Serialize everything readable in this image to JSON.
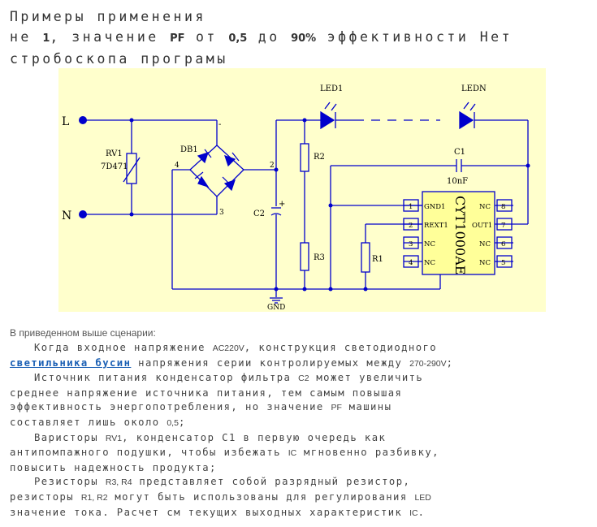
{
  "title": {
    "line1": "Примеры применения",
    "line2_a": "не ",
    "line2_b": "1",
    "line2_c": ", значение ",
    "line2_d": "PF",
    "line2_e": " от ",
    "line2_f": "0,5",
    "line2_g": " до ",
    "line2_h": "90%",
    "line2_i": " эффективности Нет",
    "line3": "стробоскопа програмы"
  },
  "schematic": {
    "L": "L",
    "N": "N",
    "RV1": "RV1",
    "RV1_part": "7D471",
    "DB1": "DB1",
    "pin4": "4",
    "pin2": "2",
    "pin3": "3",
    "pin_minus": "-",
    "plus": "+",
    "C2": "C2",
    "R2": "R2",
    "R3": "R3",
    "R1": "R1",
    "GND": "GND",
    "LED1": "LED1",
    "LEDN": "LEDN",
    "C1": "C1",
    "C1_val": "10nF",
    "ic_name": "CYT1000AE",
    "pins_left": [
      "GND1",
      "REXT1",
      "NC",
      "NC"
    ],
    "pins_left_num": [
      "1",
      "2",
      "3",
      "4"
    ],
    "pins_right": [
      "NC",
      "OUT1",
      "NC",
      "NC"
    ],
    "pins_right_num": [
      "8",
      "7",
      "6",
      "5"
    ],
    "colors": {
      "bg": "#FFFFCC",
      "line": "#0000CC",
      "ic_fill": "#FFFF99"
    }
  },
  "intro": "В приведенном выше сценарии:",
  "p1": {
    "a": "Когда входное напряжение ",
    "b": "AC220V",
    "c": ", конструкция светодиодного",
    "link": "светильника бусин",
    "d": " напряжения серии контролируемых между ",
    "e": "270-290V",
    "f": ";"
  },
  "p2": {
    "a": "Источник питания конденсатор фильтра ",
    "b": "C2",
    "c": " может увеличить",
    "l2": "среднее напряжение источника питания, тем самым повышая",
    "l3a": "эффективность энергопотребления, но значение ",
    "l3b": "PF",
    "l3c": " машины",
    "l4a": "составляет лишь около ",
    "l4b": "0,5",
    "l4c": ";"
  },
  "p3": {
    "a": "Варисторы ",
    "b": "RV1",
    "c": ", конденсатор ",
    "d": "C1",
    "e": " в первую очередь как",
    "l2a": "антипомпажного подушки, чтобы избежать ",
    "l2b": "IC",
    "l2c": " мгновенно разбивку,",
    "l3": "повысить надежность продукта;"
  },
  "p4": {
    "a": "Резисторы ",
    "b": "R3, R4",
    "c": " представляет собой разрядный резистор,",
    "l2a": "резисторы ",
    "l2b": "R1, R2",
    "l2c": " могут быть использованы для регулирования ",
    "l2d": "LED",
    "l3a": "значение тока. Расчет см текущих выходных характеристик ",
    "l3b": "IC",
    "l3c": "."
  }
}
